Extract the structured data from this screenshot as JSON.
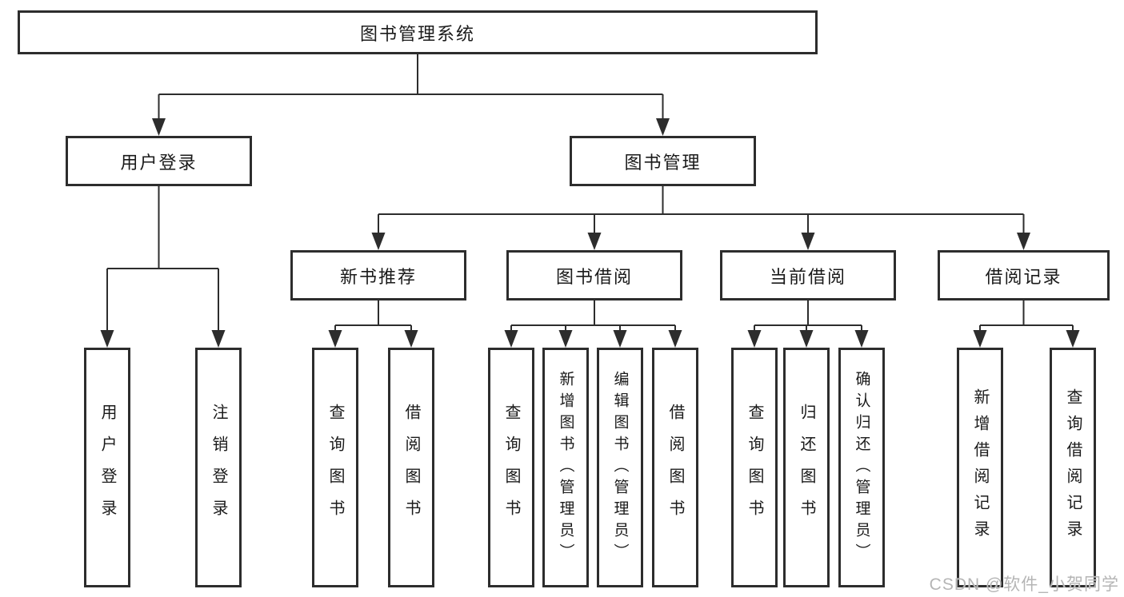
{
  "tree": {
    "root": {
      "label": "图书管理系统",
      "children": [
        {
          "label": "用户登录",
          "children": [
            {
              "label": "用户登录"
            },
            {
              "label": "注销登录"
            }
          ]
        },
        {
          "label": "图书管理",
          "children": [
            {
              "label": "新书推荐",
              "children": [
                {
                  "label": "查询图书"
                },
                {
                  "label": "借阅图书"
                }
              ]
            },
            {
              "label": "图书借阅",
              "children": [
                {
                  "label": "查询图书"
                },
                {
                  "label": "新增图书（管理员）"
                },
                {
                  "label": "编辑图书（管理员）"
                },
                {
                  "label": "借阅图书"
                }
              ]
            },
            {
              "label": "当前借阅",
              "children": [
                {
                  "label": "查询图书"
                },
                {
                  "label": "归还图书"
                },
                {
                  "label": "确认归还（管理员）"
                }
              ]
            },
            {
              "label": "借阅记录",
              "children": [
                {
                  "label": "新增借阅记录"
                },
                {
                  "label": "查询借阅记录"
                }
              ]
            }
          ]
        }
      ]
    }
  },
  "watermark": {
    "text": "CSDN @软件_小贺同学"
  },
  "colors": {
    "background": "#ffffff",
    "line": "#2d2d2d",
    "box_border": "#2d2d2d",
    "text": "#1a1a1a",
    "watermark": "#b5b5b5"
  }
}
